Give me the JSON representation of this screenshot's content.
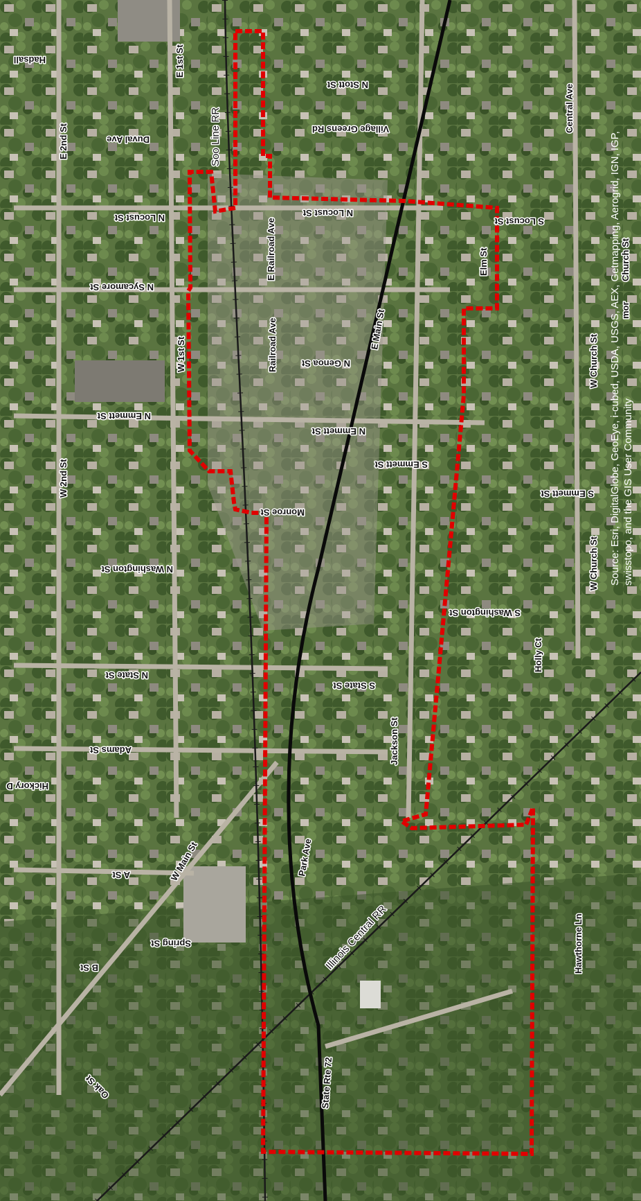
{
  "map": {
    "colors": {
      "vegetation": "#4f6b3a",
      "boundary": "#e00000",
      "highway": "#0a0a0a",
      "railroad": "#1a1a1a",
      "label_halo": "#ffffff",
      "attribution": "#ffffff"
    },
    "railroads": {
      "soo_line": "Soo Line RR",
      "illinois_central": "Illinois Central RR"
    },
    "streets": {
      "hadsall": "Hadsall",
      "e_1st": "E 1st St",
      "n_stott": "N Stott St",
      "village_greens": "Village Greens Rd",
      "duval": "Duval Ave",
      "e_2nd": "E 2nd St",
      "central": "Central Ave",
      "n_locust_w": "N Locust St",
      "n_locust_e": "N Locust St",
      "s_locust": "S Locust St",
      "e_railroad": "E Railroad Ave",
      "elm": "Elm St",
      "church": "Church St",
      "n_sycamore": "N Sycamore St",
      "railroad_ave": "Railroad Ave",
      "e_main": "E Main St",
      "w_1st": "W 1st St",
      "n_genoa": "N Genoa St",
      "w_church_n": "W Church St",
      "n_emmett_w": "N Emmett St",
      "n_emmett_e": "N Emmett St",
      "s_emmett_1": "S Emmett St",
      "s_emmett_2": "S Emmett St",
      "w_2nd": "W 2nd St",
      "monroe": "Monroe St",
      "w_church_s": "W Church St",
      "n_washington": "N Washington St",
      "s_washington": "S Washington St",
      "n_state": "N State St",
      "s_state": "S State St",
      "holly": "Holly Ct",
      "adams": "Adams St",
      "hickory": "Hickory D",
      "jackson": "Jackson St",
      "w_main": "W Main St",
      "a_st": "A St",
      "park_ave": "Park Ave",
      "spring": "Spring St",
      "b_st": "B St",
      "hawthorne": "Hawthorne Ln",
      "oak": "Oak St",
      "state_rte_72": "State Rte 72",
      "w_main_frag": "mor"
    },
    "attribution": {
      "line1": "Source: Esri, DigitalGlobe, GeoEye, i-cubed, USDA, USGS, AEX, Getmapping, Aerogrid, IGN, IGP,",
      "line2": "swisstopo, and the GIS User Community"
    }
  }
}
